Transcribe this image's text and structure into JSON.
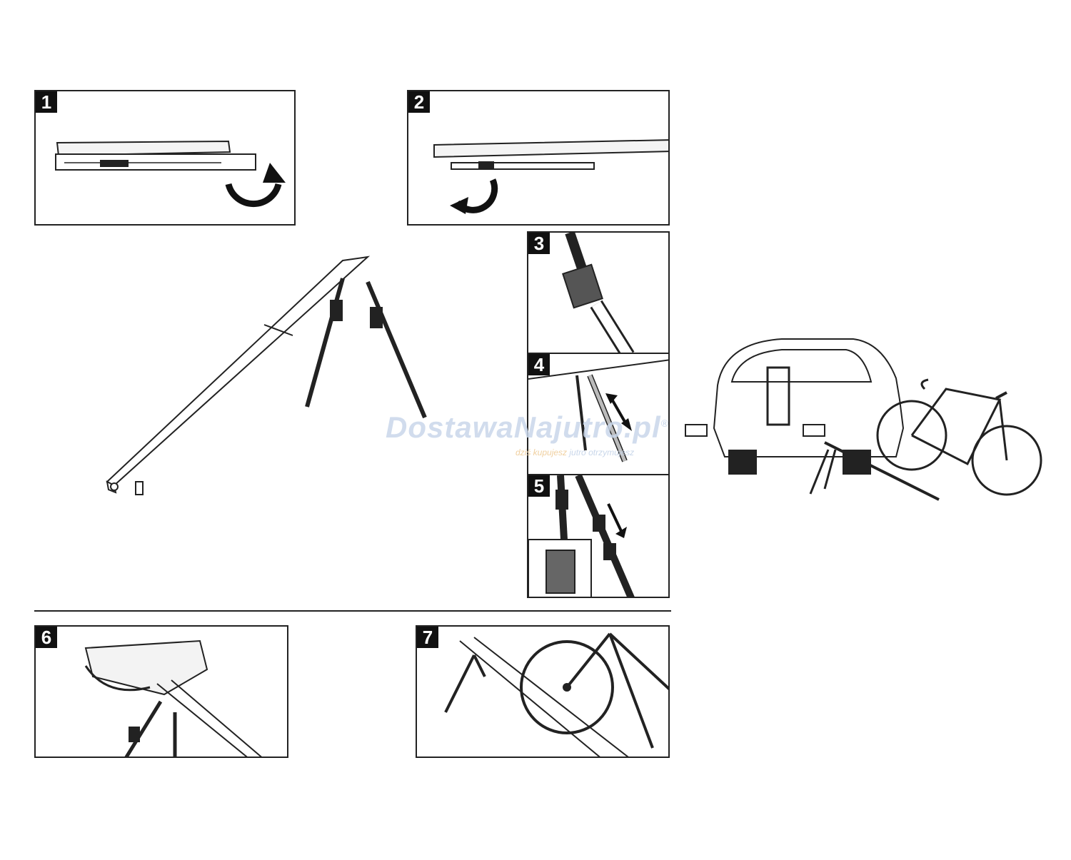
{
  "steps": [
    {
      "number": "1"
    },
    {
      "number": "2"
    },
    {
      "number": "3"
    },
    {
      "number": "4"
    },
    {
      "number": "5"
    },
    {
      "number": "6"
    },
    {
      "number": "7"
    }
  ],
  "watermark": {
    "brand": "DostawaNajutro.pl",
    "registered": "®",
    "tagline_a": "dziś kupujesz",
    "tagline_b": "jutro otrzymujesz"
  },
  "colors": {
    "line": "#222222",
    "badge": "#111111",
    "watermark": "#c9d7ea"
  }
}
